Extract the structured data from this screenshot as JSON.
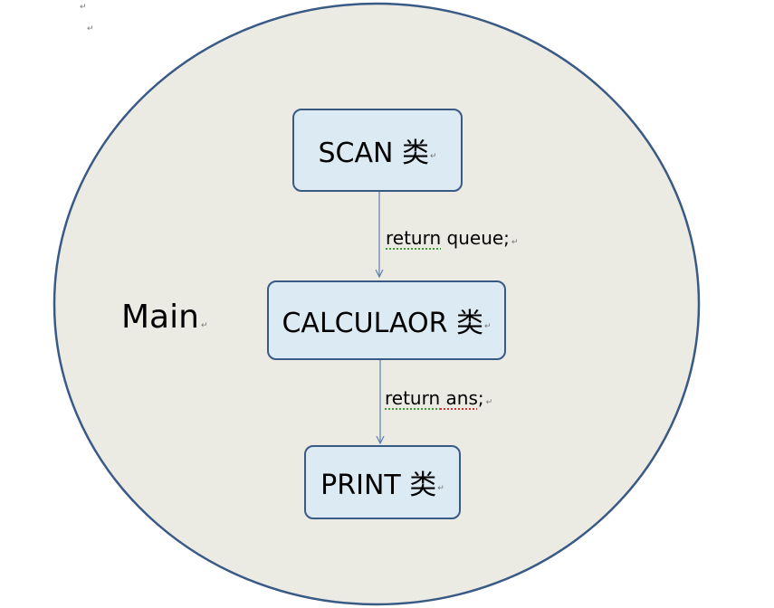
{
  "paragraph_marks": [
    "↵",
    "↵"
  ],
  "container": {
    "label": "Main",
    "fill": "#ecebe3",
    "stroke": "#3a5a86"
  },
  "nodes": {
    "scan": "SCAN 类",
    "calculator": "CALCULAOR 类",
    "print": "PRINT 类"
  },
  "edges": {
    "scan_to_calculator": {
      "keyword": "return",
      "rest": " queue;"
    },
    "calculator_to_print": {
      "keyword": "return",
      "rest_underlined": " ans",
      "rest_tail": ";"
    }
  },
  "edge_mark": "↵",
  "colors": {
    "box_fill": "#dbeaf3",
    "box_border": "#3a5a86",
    "arrow": "#5b7fb0"
  }
}
